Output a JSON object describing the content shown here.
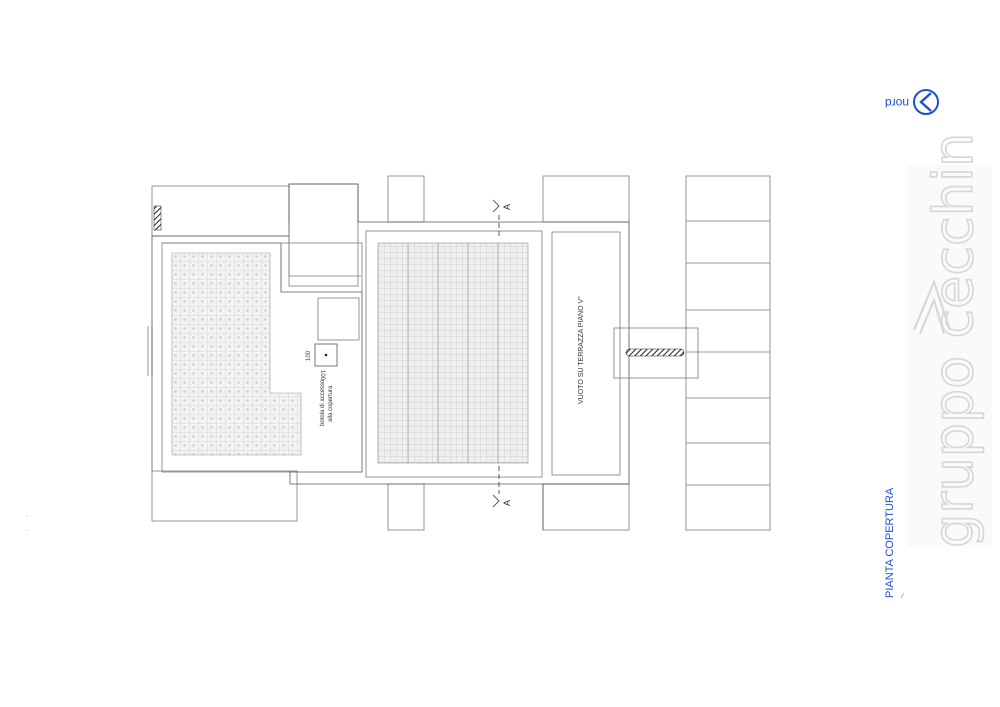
{
  "drawing": {
    "title": "PIANTA COPERTURA",
    "north_label": "nord",
    "north_icon": "north-arrow-icon",
    "accent_color": "#1f4fd1",
    "line_color": "#7a7a7a"
  },
  "labels": {
    "terrace_void": "VUOTO SU TERRAZZA PIANO V°",
    "hatch_line1": "botola di accesso",
    "hatch_line2": "alla copertura",
    "hatch_dim_top": "100",
    "hatch_dim_bottom": "100",
    "section_top": "A",
    "section_bottom": "A"
  },
  "watermark": {
    "text": "gruppo cecchin",
    "logo_icon": "chevron-logo-icon"
  }
}
